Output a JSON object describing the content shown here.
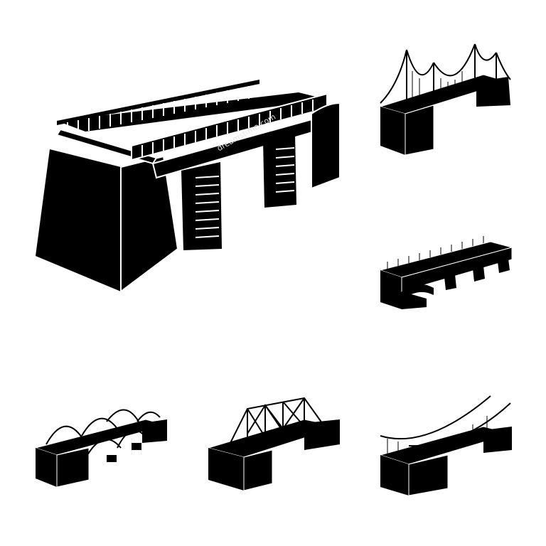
{
  "scene": {
    "background": "#ffffff",
    "ink": "#000000",
    "highlight": "#ffffff"
  },
  "icons": [
    {
      "id": "large-arch-viaduct",
      "name": "viaduct-bridge-icon"
    },
    {
      "id": "suspension-bridge",
      "name": "suspension-bridge-icon"
    },
    {
      "id": "arch-bridge-lamps",
      "name": "arch-bridge-with-lamps-icon"
    },
    {
      "id": "multi-arch-bridge",
      "name": "multi-arch-bridge-icon"
    },
    {
      "id": "truss-bridge",
      "name": "truss-bridge-icon"
    },
    {
      "id": "rope-bridge",
      "name": "rope-suspension-bridge-icon"
    }
  ],
  "watermark": {
    "text": "dreamstime.com",
    "color": "#e6e6e6"
  }
}
